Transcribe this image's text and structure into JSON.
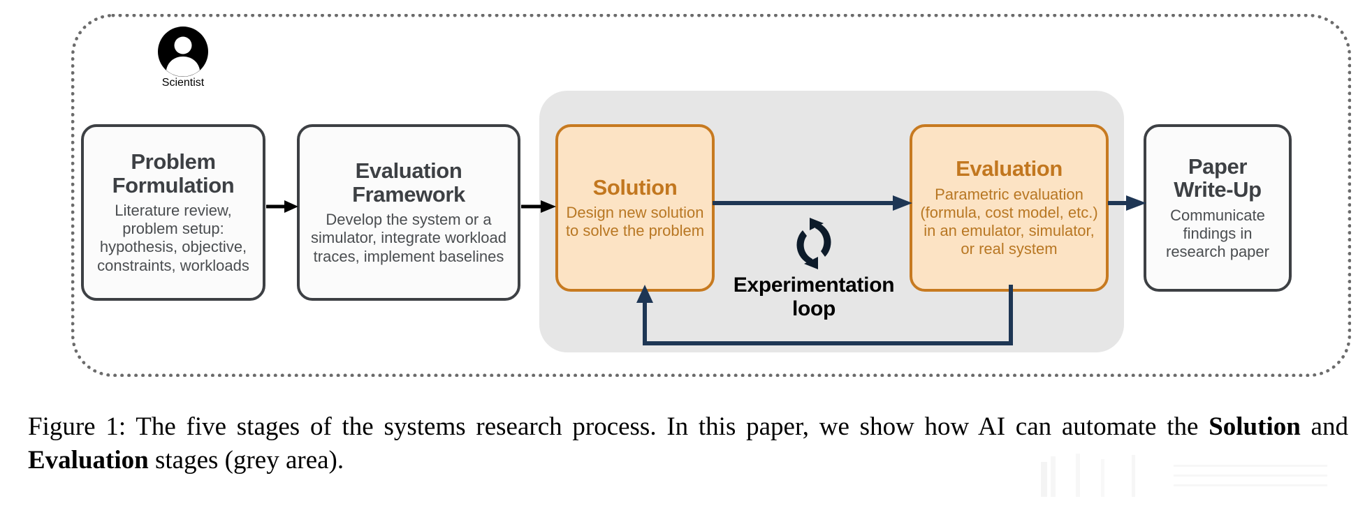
{
  "figure": {
    "actor": {
      "icon": "person-avatar-icon",
      "label": "Scientist"
    },
    "loop": {
      "icon": "cycle-arrows-icon",
      "label_line1": "Experimentation",
      "label_line2": "loop"
    },
    "stages": [
      {
        "id": "problem-formulation",
        "title_line1": "Problem",
        "title_line2": "Formulation",
        "desc": "Literature review, problem setup: hypothesis, objective, constraints, workloads",
        "style": "plain"
      },
      {
        "id": "evaluation-framework",
        "title_line1": "Evaluation",
        "title_line2": "Framework",
        "desc": "Develop the system or a simulator, integrate workload traces, implement baselines",
        "style": "plain"
      },
      {
        "id": "solution",
        "title_line1": "Solution",
        "title_line2": "",
        "desc": "Design new solution to solve the problem",
        "style": "accent"
      },
      {
        "id": "evaluation",
        "title_line1": "Evaluation",
        "title_line2": "",
        "desc": "Parametric evaluation (formula, cost model, etc.) in an emulator, simulator, or real system",
        "style": "accent"
      },
      {
        "id": "paper-write-up",
        "title_line1": "Paper",
        "title_line2": "Write-Up",
        "desc": "Communicate findings in research paper",
        "style": "plain"
      }
    ],
    "colors": {
      "accent_border": "#c77a20",
      "accent_fill": "#fce3c4",
      "accent_text": "#c2771f",
      "plain_border": "#3d4044",
      "plain_text": "#3d4044",
      "grey_region": "#e6e6e6",
      "navy_arrow": "#1e3654",
      "black_arrow": "#000000",
      "dotted_frame": "#6b6b6b"
    }
  },
  "caption": {
    "prefix": "Figure 1:",
    "text_before_bold1": " The five stages of the systems research process.  In this paper, we show how AI can automate the ",
    "bold1": "Solution",
    "between_bolds": " and ",
    "bold2": "Evaluation",
    "text_after": " stages (grey area).",
    "full": "Figure 1: The five stages of the systems research process. In this paper, we show how AI can automate the Solution and Evaluation stages (grey area)."
  }
}
